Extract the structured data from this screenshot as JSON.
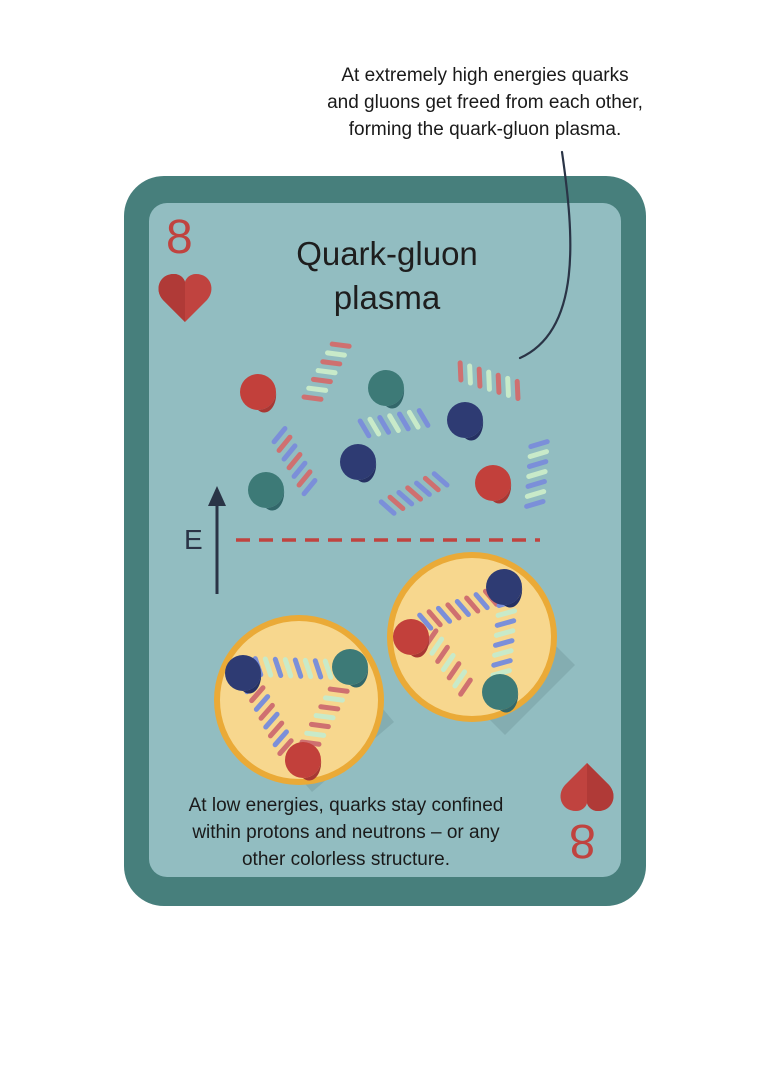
{
  "annotation_top": {
    "lines": [
      "At extremely high energies quarks",
      "and gluons get freed from each other,",
      "forming the quark-gluon plasma."
    ]
  },
  "card": {
    "title_lines": [
      "Quark-gluon",
      "plasma"
    ],
    "rank": "8",
    "suit": "heart-icon",
    "energy_label": "E"
  },
  "annotation_bottom": {
    "lines": [
      "At low energies, quarks stay confined",
      "within protons and neutrons – or any",
      "other colorless structure."
    ]
  },
  "colors": {
    "card_border": "#477f7c",
    "card_face": "#92bdc1",
    "red_quark": "#c2403b",
    "blue_quark": "#2e3b73",
    "green_quark": "#3d7a77",
    "hadron_fill": "#f7d78e",
    "hadron_ring": "#eaaa37",
    "threshold_line": "#c0433f",
    "gluon_blue": "#7b8fd9",
    "gluon_red": "#cf7070",
    "gluon_green": "#c8eac9"
  }
}
